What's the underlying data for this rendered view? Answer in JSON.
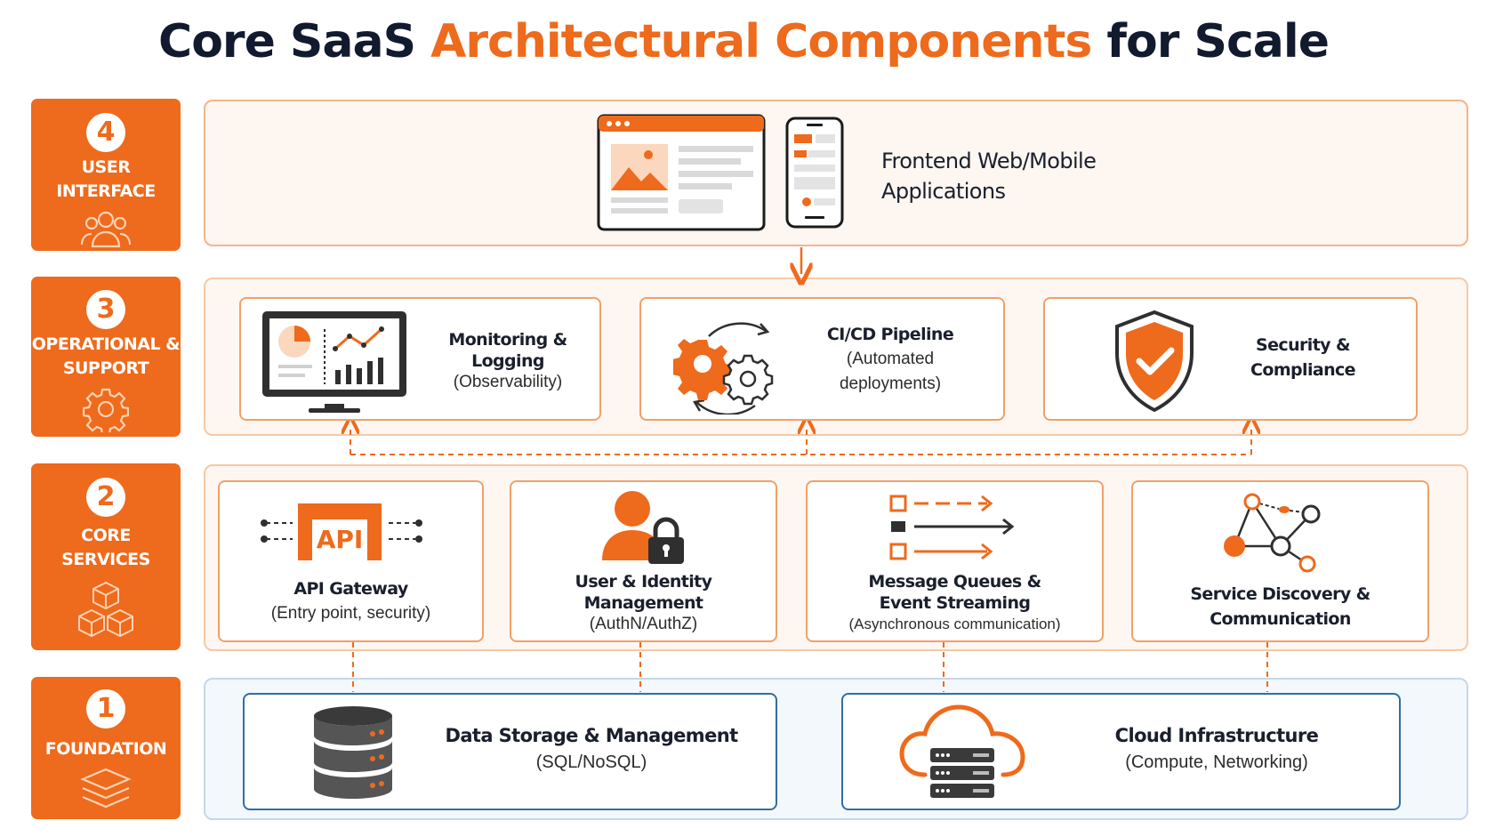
{
  "title": {
    "part1": "Core SaaS ",
    "part2": "Architectural Components",
    "part3": " for Scale"
  },
  "layers": [
    {
      "number": "4",
      "name_line1": "USER",
      "name_line2": "INTERFACE",
      "icon": "users-icon"
    },
    {
      "number": "3",
      "name_line1": "OPERATIONAL &",
      "name_line2": "SUPPORT",
      "icon": "gear-icon"
    },
    {
      "number": "2",
      "name_line1": "CORE",
      "name_line2": "SERVICES",
      "icon": "cubes-icon"
    },
    {
      "number": "1",
      "name_line1": "FOUNDATION",
      "name_line2": "",
      "icon": "layers-icon"
    }
  ],
  "user_interface": {
    "line1": "Frontend Web/Mobile",
    "line2": "Applications"
  },
  "operational": [
    {
      "title": "Monitoring & Logging",
      "sub1": "(Observability)",
      "sub2": "",
      "icon": "monitor-chart-icon"
    },
    {
      "title": "CI/CD Pipeline",
      "sub1": "(Automated",
      "sub2": "deployments)",
      "icon": "gears-cycle-icon"
    },
    {
      "title": "Security &",
      "sub1": "Compliance",
      "sub2": "",
      "icon": "shield-check-icon"
    }
  ],
  "core_services": [
    {
      "title1": "API Gateway",
      "title2": "",
      "sub": "(Entry point, security)",
      "icon": "api-gateway-icon",
      "icon_text": "API"
    },
    {
      "title1": "User & Identity",
      "title2": "Management",
      "sub": "(AuthN/AuthZ)",
      "icon": "user-lock-icon"
    },
    {
      "title1": "Message Queues &",
      "title2": "Event Streaming",
      "sub": "(Asynchronous communication)",
      "icon": "queue-arrows-icon"
    },
    {
      "title1": "Service Discovery &",
      "title2": "Communication",
      "sub": "",
      "icon": "network-nodes-icon"
    }
  ],
  "foundation": [
    {
      "title": "Data Storage & Management",
      "sub": "(SQL/NoSQL)",
      "icon": "database-icon"
    },
    {
      "title": "Cloud Infrastructure",
      "sub": "(Compute, Networking)",
      "icon": "cloud-server-icon"
    }
  ],
  "colors": {
    "accent": "#ee6a1c",
    "dark": "#111a2e",
    "card_border": "#f0a169",
    "foundation_border": "#2f6ea5"
  }
}
